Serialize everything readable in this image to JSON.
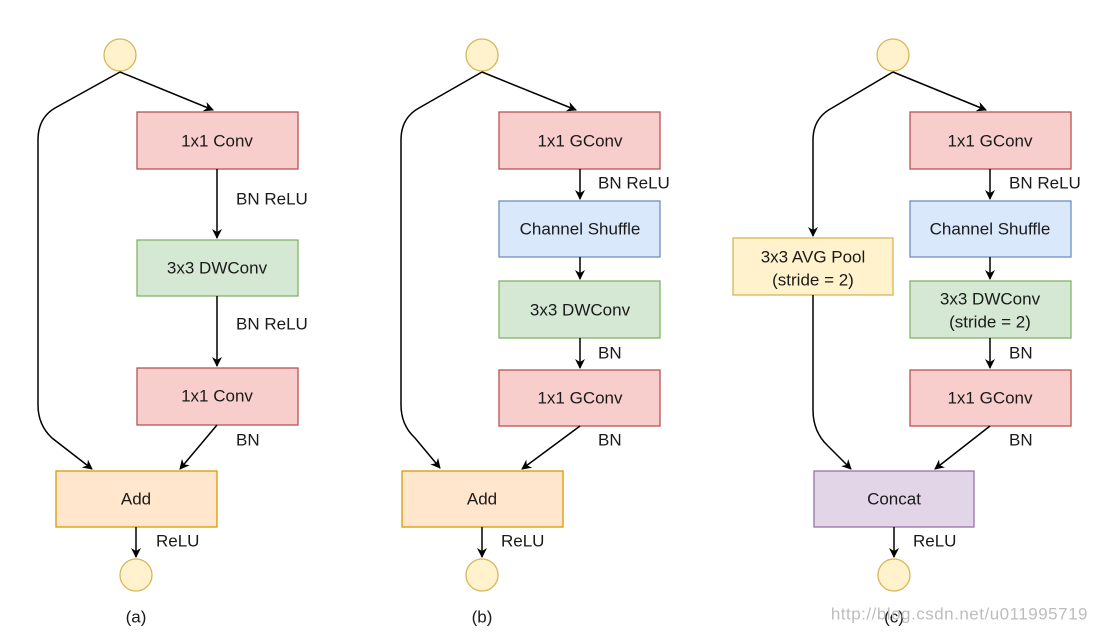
{
  "colors": {
    "conv_fill": "#f8cecc",
    "conv_stroke": "#b85450",
    "dw_fill": "#d5e8d4",
    "dw_stroke": "#82b366",
    "shuffle_fill": "#dae8fc",
    "shuffle_stroke": "#6c8ebf",
    "add_fill": "#ffe6cc",
    "add_stroke": "#d79b00",
    "pool_fill": "#fff2cc",
    "pool_stroke": "#d6b656",
    "concat_fill": "#e1d5e7",
    "concat_stroke": "#9673a6",
    "node_fill": "#fff2cc",
    "node_stroke": "#d6b656"
  },
  "panel_a": {
    "caption": "(a)",
    "box1": "1x1 Conv",
    "box2": "3x3 DWConv",
    "box3": "1x1 Conv",
    "add": "Add",
    "label1": "BN ReLU",
    "label2": "BN ReLU",
    "label3": "BN",
    "label4": "ReLU"
  },
  "panel_b": {
    "caption": "(b)",
    "box1": "1x1 GConv",
    "shuffle": "Channel Shuffle",
    "box2": "3x3 DWConv",
    "box3": "1x1 GConv",
    "add": "Add",
    "label1": "BN ReLU",
    "label2": "BN",
    "label3": "BN",
    "label4": "ReLU"
  },
  "panel_c": {
    "caption": "(c)",
    "box1": "1x1 GConv",
    "shuffle": "Channel Shuffle",
    "box2_line1": "3x3 DWConv",
    "box2_line2": "(stride = 2)",
    "box3": "1x1 GConv",
    "pool_line1": "3x3 AVG Pool",
    "pool_line2": "(stride = 2)",
    "concat": "Concat",
    "label1": "BN ReLU",
    "label2": "BN",
    "label3": "BN",
    "label4": "ReLU"
  },
  "watermark": "http://blog.csdn.net/u011995719"
}
